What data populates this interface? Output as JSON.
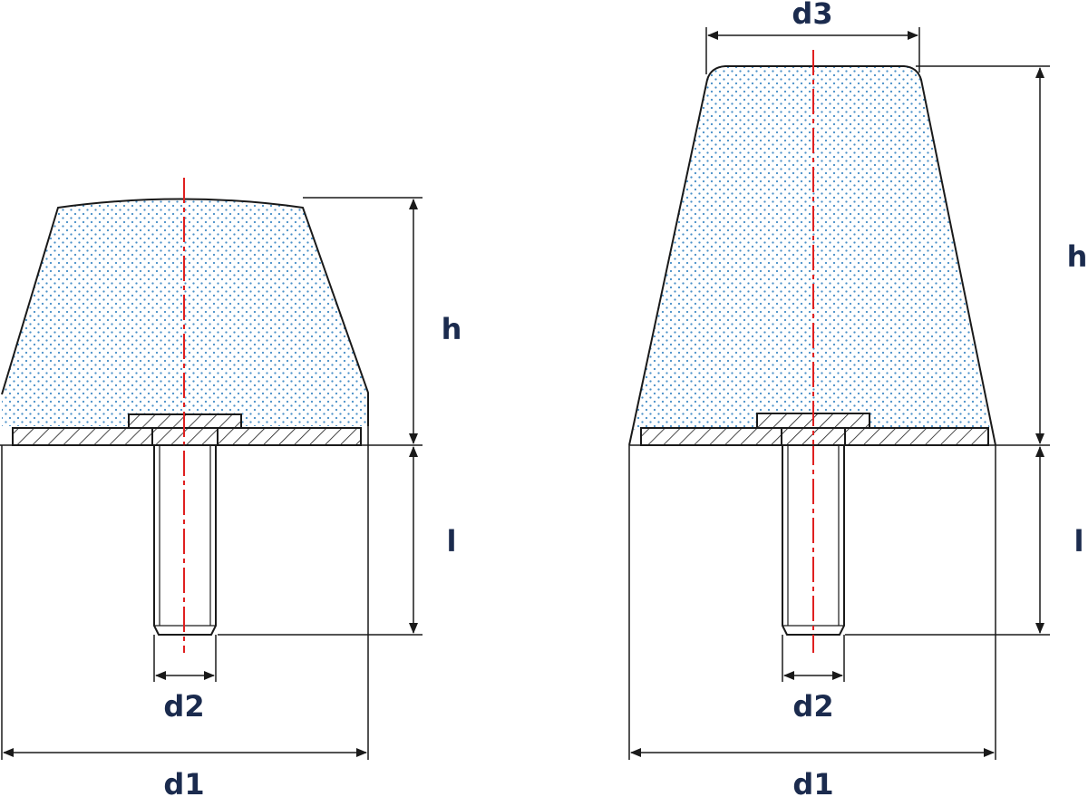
{
  "colors": {
    "outline": "#1a1a1a",
    "rubber_dot": "#4a90c8",
    "centerline": "#e02020",
    "label": "#1b2b4e"
  },
  "left_mount": {
    "label_h": "h",
    "label_l": "l",
    "label_d2": "d2",
    "label_d1": "d1"
  },
  "right_mount": {
    "label_d3": "d3",
    "label_h": "h",
    "label_l": "l",
    "label_d2": "d2",
    "label_d1": "d1"
  }
}
